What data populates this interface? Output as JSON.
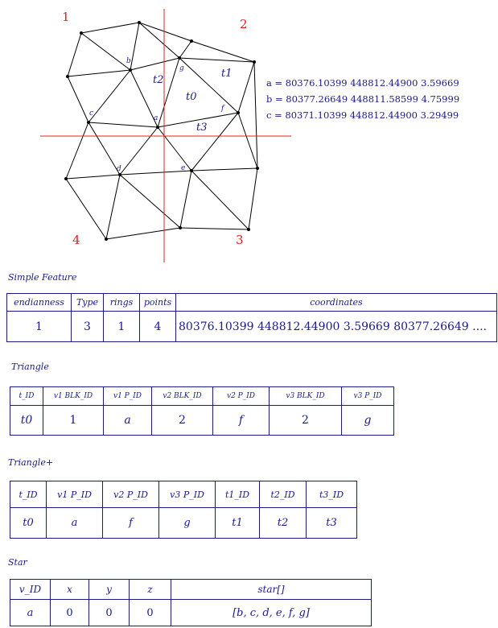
{
  "diagram": {
    "quadrants": [
      "1",
      "2",
      "3",
      "4"
    ],
    "vertex_labels": [
      "a",
      "b",
      "c",
      "d",
      "e",
      "f",
      "g"
    ],
    "triangle_labels": [
      "t0",
      "t1",
      "t2",
      "t3"
    ],
    "coordinate_lines": [
      "a = 80376.10399 448812.44900 3.59669",
      "b = 80377.26649 448811.58599 4.75999",
      "c = 80371.10399 448812.44900 3.29499"
    ],
    "colors": {
      "axes": "#e02020",
      "mesh": "#000000",
      "labels": "#1a1a8c"
    }
  },
  "simple_feature": {
    "caption": "Simple Feature",
    "headers": [
      "endianness",
      "Type",
      "rings",
      "points",
      "coordinates"
    ],
    "row": [
      "1",
      "3",
      "1",
      "4",
      "80376.10399 448812.44900 3.59669 80377.26649 ...."
    ]
  },
  "triangle": {
    "caption": "Triangle",
    "headers": [
      "t_ID",
      "v1 BLK_ID",
      "v1 P_ID",
      "v2 BLK_ID",
      "v2 P_ID",
      "v3 BLK_ID",
      "v3 P_ID"
    ],
    "row": [
      "t0",
      "1",
      "a",
      "2",
      "f",
      "2",
      "g"
    ]
  },
  "triangle_plus": {
    "caption": "Triangle+",
    "headers": [
      "t_ID",
      "v1 P_ID",
      "v2 P_ID",
      "v3 P_ID",
      "t1_ID",
      "t2_ID",
      "t3_ID"
    ],
    "row": [
      "t0",
      "a",
      "f",
      "g",
      "t1",
      "t2",
      "t3"
    ]
  },
  "star": {
    "caption": "Star",
    "headers": [
      "v_ID",
      "x",
      "y",
      "z",
      "star[]"
    ],
    "row": [
      "a",
      "0",
      "0",
      "0",
      "[b, c, d, e, f, g]"
    ]
  }
}
